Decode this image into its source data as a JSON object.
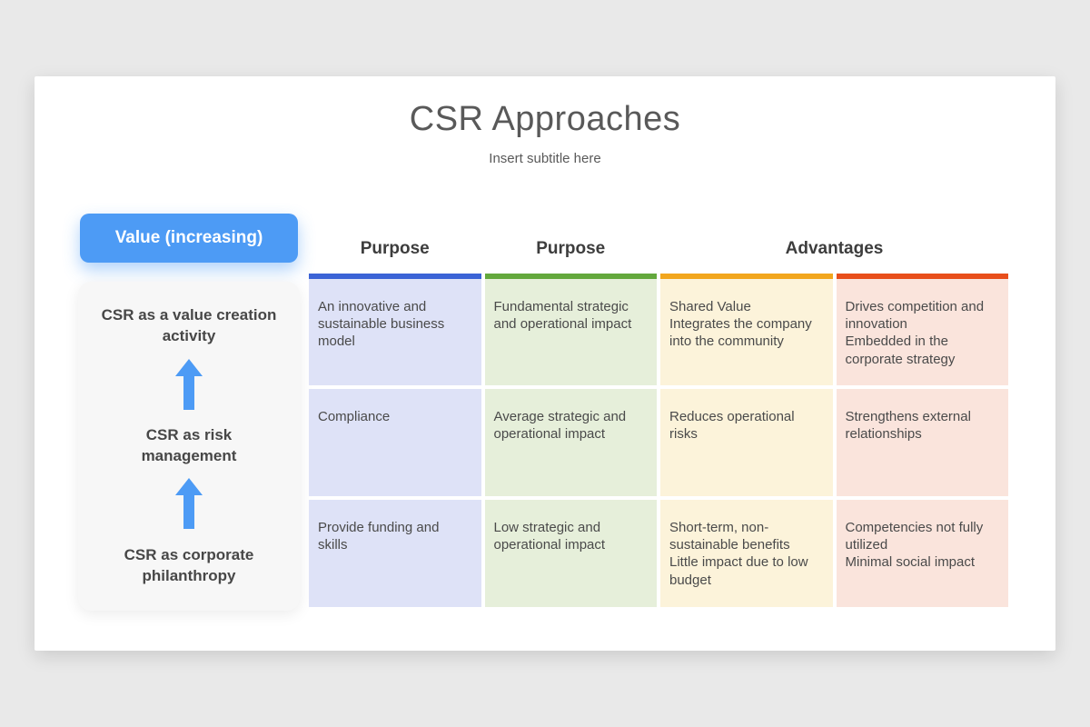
{
  "page": {
    "background_color": "#e9e9e9",
    "card_color": "#ffffff"
  },
  "header": {
    "title": "CSR Approaches",
    "subtitle": "Insert subtitle here"
  },
  "value_axis": {
    "button_label": "Value (increasing)",
    "button_color": "#4d9bf5",
    "arrow_color": "#4d9bf5",
    "levels": [
      "CSR as a value creation activity",
      "CSR as risk management",
      "CSR as corporate philanthropy"
    ]
  },
  "table": {
    "column_headers": [
      {
        "label": "Purpose"
      },
      {
        "label": "Purpose"
      },
      {
        "label": "Advantages"
      }
    ],
    "columns": [
      {
        "accent": "#3b63d6",
        "bg": "#dee2f7"
      },
      {
        "accent": "#63a83c",
        "bg": "#e6efda"
      },
      {
        "accent": "#f2a61d",
        "bg": "#fcf3da"
      },
      {
        "accent": "#e84e1b",
        "bg": "#fae4dc"
      }
    ],
    "rows": [
      {
        "cells": [
          [
            "An innovative and sustainable business model"
          ],
          [
            "Fundamental strategic and operational impact"
          ],
          [
            "Shared Value",
            "Integrates the company into the community"
          ],
          [
            "Drives competition and innovation",
            "Embedded in the corporate strategy"
          ]
        ]
      },
      {
        "cells": [
          [
            "Compliance"
          ],
          [
            "Average strategic and operational impact"
          ],
          [
            "Reduces operational risks"
          ],
          [
            "Strengthens external relationships"
          ]
        ]
      },
      {
        "cells": [
          [
            "Provide funding and skills"
          ],
          [
            "Low strategic and operational impact"
          ],
          [
            "Short-term, non-sustainable benefits",
            "Little impact due to low budget"
          ],
          [
            "Competencies not fully utilized",
            "Minimal social impact"
          ]
        ]
      }
    ]
  }
}
